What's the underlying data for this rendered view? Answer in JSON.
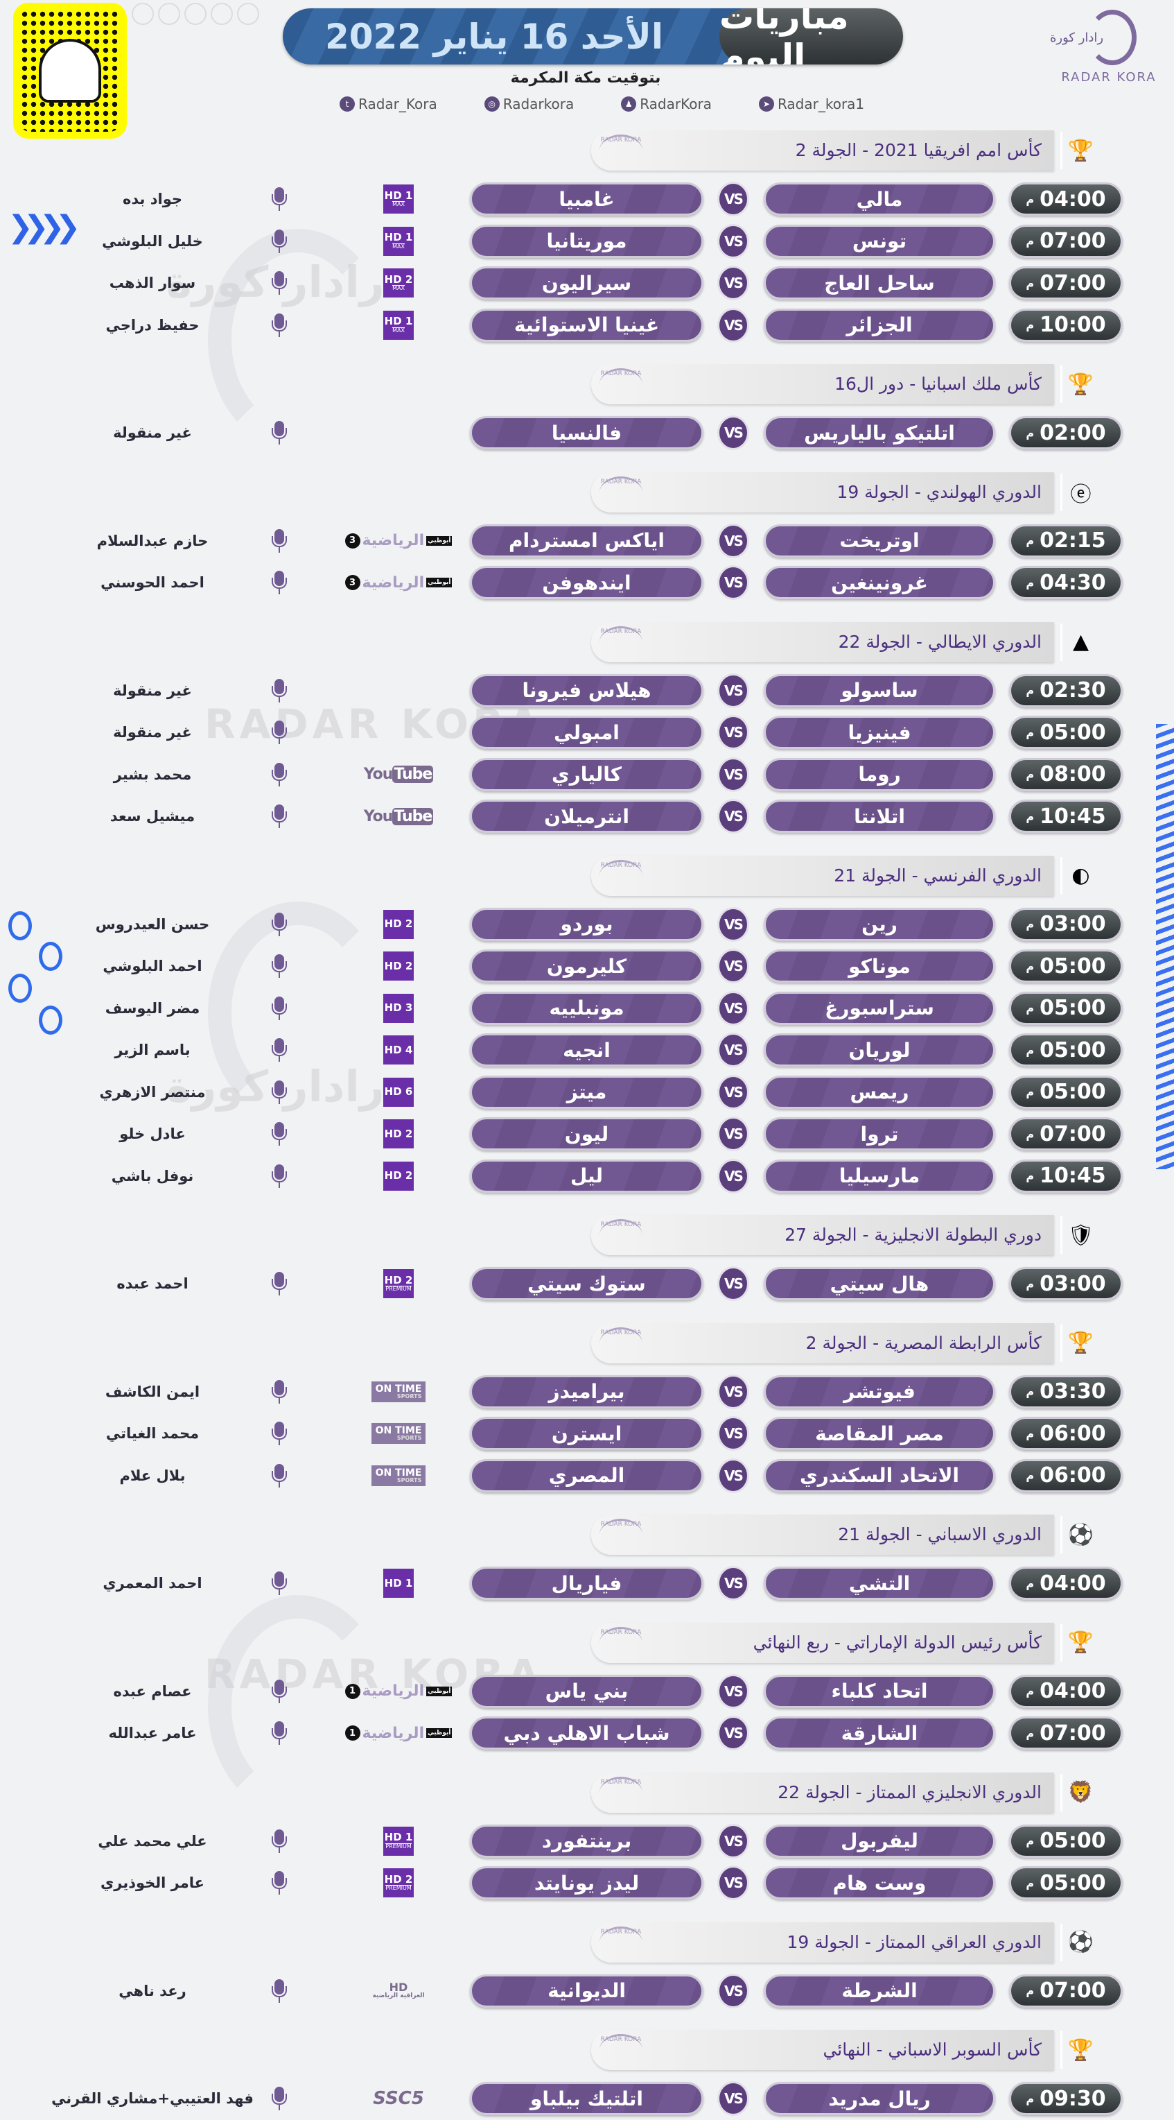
{
  "header": {
    "title": "مباريات اليوم",
    "date": "الأحد 16 يناير 2022",
    "subtitle": "بتوقيت مكة المكرمة",
    "logo_ar": "رادار كورة",
    "logo_en": "RADAR KORA",
    "socials": [
      {
        "icon": "twitter-icon",
        "glyph": "t",
        "handle": "Radar_Kora"
      },
      {
        "icon": "instagram-icon",
        "glyph": "◎",
        "handle": "Radarkora"
      },
      {
        "icon": "snapchat-icon",
        "glyph": "♟",
        "handle": "RadarKora"
      },
      {
        "icon": "telegram-icon",
        "glyph": "➤",
        "handle": "Radar_kora1"
      }
    ]
  },
  "watermark": {
    "ar": "رادار كورة",
    "en": "RADAR KORA"
  },
  "time_suffix": "م",
  "vs_label": "VS",
  "colors": {
    "team": "#6d548d",
    "time": "#3f4648",
    "section_text": "#4b2f7e",
    "accent_blue": "#2f6bea",
    "title_blue": "#2e5c93"
  },
  "sections": [
    {
      "title": "كأس امم افريقيا 2021 - الجولة 2",
      "icon": "caf-afcon-icon",
      "glyph": "🏆",
      "matches": [
        {
          "time": "04:00",
          "home": "مالي",
          "away": "غامبيا",
          "channel": {
            "type": "hd",
            "parts": [
              "HD 1",
              "MAX"
            ]
          },
          "commentator": "جواد بده"
        },
        {
          "time": "07:00",
          "home": "تونس",
          "away": "موريتانيا",
          "channel": {
            "type": "hd",
            "parts": [
              "HD 1",
              "MAX"
            ]
          },
          "commentator": "خليل البلوشي"
        },
        {
          "time": "07:00",
          "home": "ساحل العاج",
          "away": "سيراليون",
          "channel": {
            "type": "hd",
            "parts": [
              "HD 2",
              "MAX"
            ]
          },
          "commentator": "سوار الذهب"
        },
        {
          "time": "10:00",
          "home": "الجزائر",
          "away": "غينيا الاستوائية",
          "channel": {
            "type": "hd",
            "parts": [
              "HD 1",
              "MAX"
            ]
          },
          "commentator": "حفيظ دراجي"
        }
      ]
    },
    {
      "title": "كأس ملك اسبانيا - دور ال16",
      "icon": "copa-del-rey-icon",
      "glyph": "🏆",
      "matches": [
        {
          "time": "02:00",
          "home": "اتلتيكو بالياريس",
          "away": "فالنسيا",
          "channel": null,
          "commentator": "غير منقولة"
        }
      ]
    },
    {
      "title": "الدوري الهولندي - الجولة 19",
      "icon": "eredivisie-icon",
      "glyph": "ⓔ",
      "matches": [
        {
          "time": "02:15",
          "home": "اوتريخت",
          "away": "اياكس امستردام",
          "channel": {
            "type": "ad",
            "parts": [
              "أبوظبي",
              "الرياضية",
              "3"
            ]
          },
          "commentator": "حازم عبدالسلام"
        },
        {
          "time": "04:30",
          "home": "غرونينغين",
          "away": "ايندهوفن",
          "channel": {
            "type": "ad",
            "parts": [
              "أبوظبي",
              "الرياضية",
              "3"
            ]
          },
          "commentator": "احمد الحوسني"
        }
      ]
    },
    {
      "title": "الدوري الايطالي - الجولة 22",
      "icon": "serie-a-icon",
      "glyph": "▲",
      "matches": [
        {
          "time": "02:30",
          "home": "ساسولو",
          "away": "هيلاس فيرونا",
          "channel": null,
          "commentator": "غير منقولة"
        },
        {
          "time": "05:00",
          "home": "فينيزيا",
          "away": "امبولي",
          "channel": null,
          "commentator": "غير منقولة"
        },
        {
          "time": "08:00",
          "home": "روما",
          "away": "كالياري",
          "channel": {
            "type": "yt",
            "parts": [
              "You",
              "Tube"
            ]
          },
          "commentator": "محمد بشير"
        },
        {
          "time": "10:45",
          "home": "اتلانتا",
          "away": "انترميلان",
          "channel": {
            "type": "yt",
            "parts": [
              "You",
              "Tube"
            ]
          },
          "commentator": "ميشيل سعد"
        }
      ]
    },
    {
      "title": "الدوري الفرنسي - الجولة 21",
      "icon": "ligue-1-icon",
      "glyph": "◐",
      "matches": [
        {
          "time": "03:00",
          "home": "رين",
          "away": "بوردو",
          "channel": {
            "type": "hd",
            "parts": [
              "HD 2"
            ]
          },
          "commentator": "حسن العيدروس"
        },
        {
          "time": "05:00",
          "home": "موناكو",
          "away": "كليرمون",
          "channel": {
            "type": "hd",
            "parts": [
              "HD 2"
            ]
          },
          "commentator": "احمد البلوشي"
        },
        {
          "time": "05:00",
          "home": "ستراسبورغ",
          "away": "مونبلييه",
          "channel": {
            "type": "hd",
            "parts": [
              "HD 3"
            ]
          },
          "commentator": "مضر اليوسف"
        },
        {
          "time": "05:00",
          "home": "لوريان",
          "away": "انجيه",
          "channel": {
            "type": "hd",
            "parts": [
              "HD 4"
            ]
          },
          "commentator": "باسم الزير"
        },
        {
          "time": "05:00",
          "home": "ريمس",
          "away": "ميتز",
          "channel": {
            "type": "hd",
            "parts": [
              "HD 6"
            ]
          },
          "commentator": "منتصر الازهري"
        },
        {
          "time": "07:00",
          "home": "تروا",
          "away": "ليون",
          "channel": {
            "type": "hd",
            "parts": [
              "HD 2"
            ]
          },
          "commentator": "عادل خلو"
        },
        {
          "time": "10:45",
          "home": "مارسيليا",
          "away": "ليل",
          "channel": {
            "type": "hd",
            "parts": [
              "HD 2"
            ]
          },
          "commentator": "نوفل باشي"
        }
      ]
    },
    {
      "title": "دوري البطولة الانجليزية - الجولة 27",
      "icon": "efl-championship-icon",
      "glyph": "🛡",
      "matches": [
        {
          "time": "03:00",
          "home": "هال سيتي",
          "away": "ستوك سيتي",
          "channel": {
            "type": "hd",
            "parts": [
              "HD 2",
              "PREMIUM"
            ]
          },
          "commentator": "احمد عبده"
        }
      ]
    },
    {
      "title": "كأس الرابطة المصرية - الجولة 2",
      "icon": "egypt-league-cup-icon",
      "glyph": "🏆",
      "matches": [
        {
          "time": "03:30",
          "home": "فيوتشر",
          "away": "بيراميدز",
          "channel": {
            "type": "on",
            "parts": [
              "ON TIME",
              "SPORTS"
            ]
          },
          "commentator": "ايمن الكاشف"
        },
        {
          "time": "06:00",
          "home": "مصر المقاصة",
          "away": "ايسترن",
          "channel": {
            "type": "on",
            "parts": [
              "ON TIME",
              "SPORTS"
            ]
          },
          "commentator": "محمد الغياتي"
        },
        {
          "time": "06:00",
          "home": "الاتحاد السكندري",
          "away": "المصري",
          "channel": {
            "type": "on",
            "parts": [
              "ON TIME",
              "SPORTS"
            ]
          },
          "commentator": "بلال علام"
        }
      ]
    },
    {
      "title": "الدوري الاسباني - الجولة 21",
      "icon": "laliga-icon",
      "glyph": "⚽",
      "matches": [
        {
          "time": "04:00",
          "home": "التشي",
          "away": "فياريال",
          "channel": {
            "type": "hd",
            "parts": [
              "HD 1"
            ]
          },
          "commentator": "احمد المعمري"
        }
      ]
    },
    {
      "title": "كأس رئيس الدولة الإماراتي - ربع النهائي",
      "icon": "uae-presidents-cup-icon",
      "glyph": "🏆",
      "matches": [
        {
          "time": "04:00",
          "home": "اتحاد كلباء",
          "away": "بني ياس",
          "channel": {
            "type": "ad",
            "parts": [
              "أبوظبي",
              "الرياضية",
              "1"
            ]
          },
          "commentator": "عصام عبده"
        },
        {
          "time": "07:00",
          "home": "الشارقة",
          "away": "شباب الاهلي دبي",
          "channel": {
            "type": "ad",
            "parts": [
              "أبوظبي",
              "الرياضية",
              "1"
            ]
          },
          "commentator": "عامر عبدالله"
        }
      ]
    },
    {
      "title": "الدوري الانجليزي الممتاز - الجولة 22",
      "icon": "premier-league-icon",
      "glyph": "🦁",
      "matches": [
        {
          "time": "05:00",
          "home": "ليفربول",
          "away": "برينتفورد",
          "channel": {
            "type": "hd",
            "parts": [
              "HD 1",
              "PREMIUM"
            ]
          },
          "commentator": "علي محمد علي"
        },
        {
          "time": "05:00",
          "home": "وست هام",
          "away": "ليدز يونايتد",
          "channel": {
            "type": "hd",
            "parts": [
              "HD 2",
              "PREMIUM"
            ]
          },
          "commentator": "عامر الخوذيري"
        }
      ]
    },
    {
      "title": "الدوري العراقي الممتاز - الجولة 19",
      "icon": "iraqi-league-icon",
      "glyph": "⚽",
      "matches": [
        {
          "time": "07:00",
          "home": "الشرطة",
          "away": "الديوانية",
          "channel": {
            "type": "iq",
            "parts": [
              "HD",
              "العراقية الرياضية"
            ]
          },
          "commentator": "رعد ناهي"
        }
      ]
    },
    {
      "title": "كأس السوبر الاسباني - النهائي",
      "icon": "spanish-super-cup-icon",
      "glyph": "🏆",
      "matches": [
        {
          "time": "09:30",
          "home": "ريال مدريد",
          "away": "اتلتيك بيلباو",
          "channel": {
            "type": "ssc",
            "parts": [
              "SSC",
              "5"
            ]
          },
          "commentator": "فهد العتيبي+مشاري القرني"
        }
      ]
    }
  ]
}
